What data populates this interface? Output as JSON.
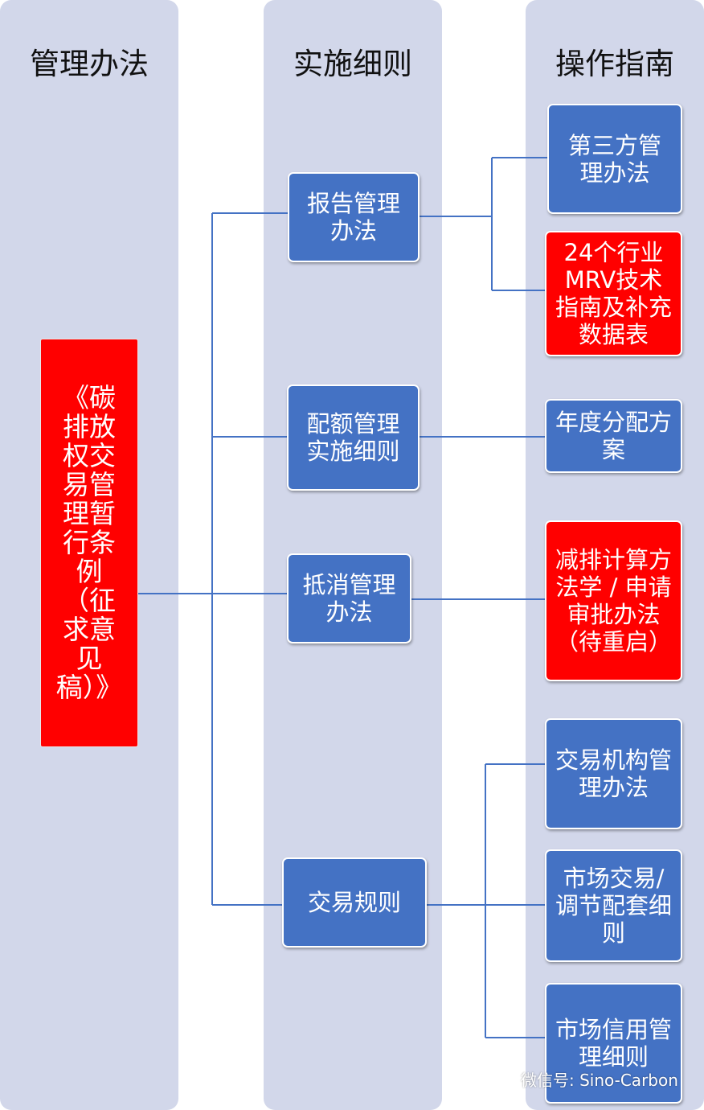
{
  "columns": [
    {
      "title": "管理办法"
    },
    {
      "title": "实施细则"
    },
    {
      "title": "操作指南"
    }
  ],
  "main_regulation": "《碳排放权交易管理暂行条例（征求意见稿）》",
  "rules": [
    {
      "label": "报告管理办法"
    },
    {
      "label": "配额管理实施细则"
    },
    {
      "label": "抵消管理办法"
    },
    {
      "label": "交易规则"
    }
  ],
  "guides": [
    {
      "label": "第三方管理办法",
      "color": "blue"
    },
    {
      "label": "24个行业MRV技术指南及补充数据表",
      "color": "red"
    },
    {
      "label": "年度分配方案",
      "color": "blue"
    },
    {
      "label": "减排计算方法学 / 申请审批办法（待重启）",
      "color": "red"
    },
    {
      "label": "交易机构管理办法",
      "color": "blue"
    },
    {
      "label": "市场交易/调节配套细则",
      "color": "blue"
    },
    {
      "label": "市场信用管理细则",
      "color": "blue"
    }
  ],
  "watermark": {
    "text": "微信号: Sino-Carbon",
    "icon": "wechat-icon"
  },
  "colors": {
    "column_background": "#d2d7ea",
    "blue_box": "#4472c4",
    "red_box": "#ff0000",
    "connector": "#4472c4"
  }
}
